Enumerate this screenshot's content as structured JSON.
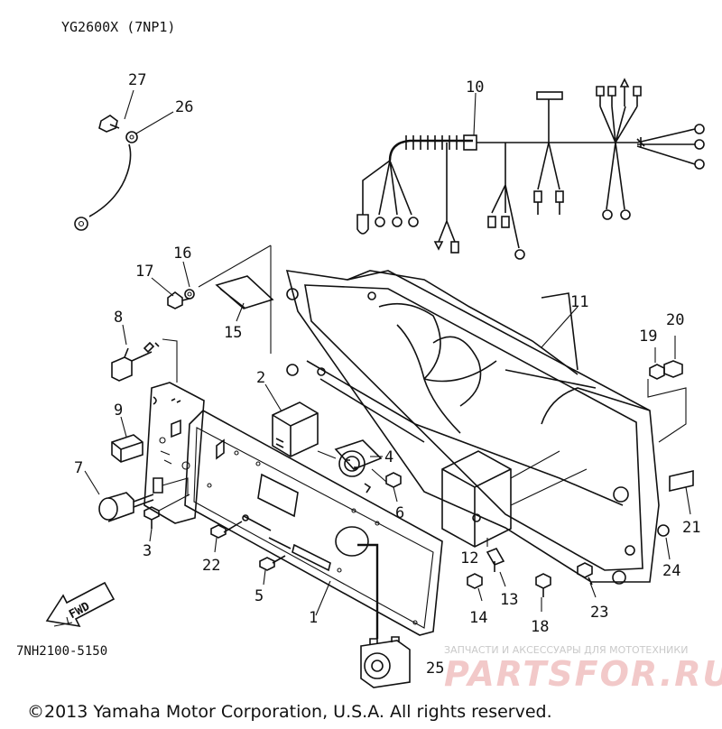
{
  "header": {
    "model": "YG2600X (7NP1)"
  },
  "callouts": [
    "1",
    "2",
    "3",
    "4",
    "5",
    "6",
    "7",
    "8",
    "9",
    "10",
    "11",
    "12",
    "13",
    "14",
    "15",
    "16",
    "17",
    "18",
    "19",
    "20",
    "21",
    "22",
    "23",
    "24",
    "25",
    "26",
    "27"
  ],
  "arrow_label": "FWD",
  "drawing_number": "7NH2100-5150",
  "watermark": {
    "tagline": "ЗАПЧАСТИ И АКСЕССУАРЫ ДЛЯ МОТОТЕХНИКИ",
    "brand": "PARTSFOR.RU"
  },
  "footer": {
    "copyright": "©2013 Yamaha Motor Corporation, U.S.A. All rights reserved."
  },
  "icons": [
    "fwd-arrow-icon"
  ]
}
